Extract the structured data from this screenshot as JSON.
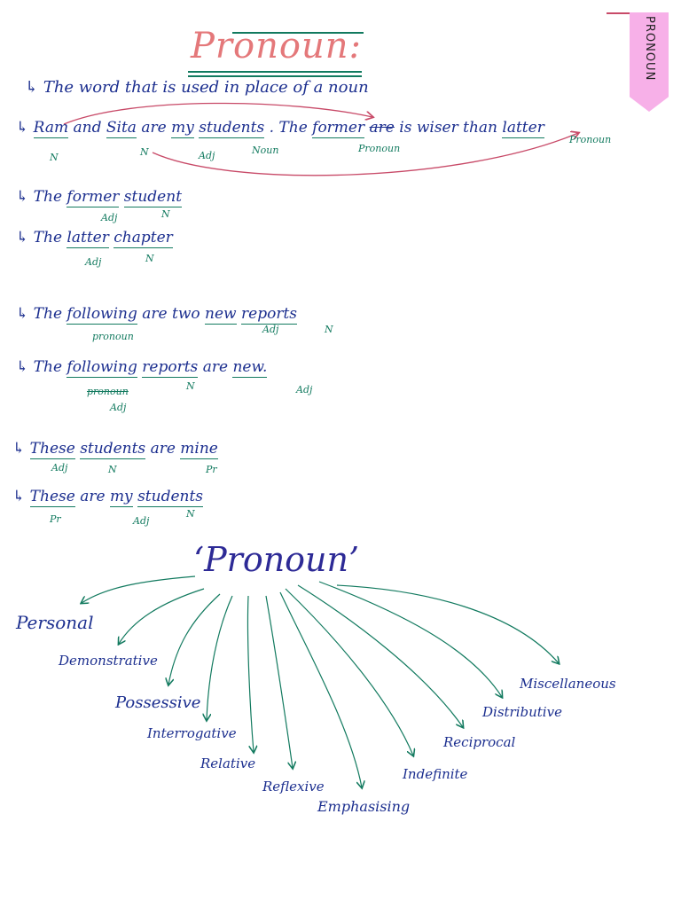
{
  "title": "Pronoun:",
  "side_tab": "PRONOUN",
  "definition": {
    "bullet": "↳",
    "text": "The word that is used in place of a noun"
  },
  "example_ram_sita": {
    "bullet": "↳",
    "w1": "Ram",
    "w2": "and",
    "w3": "Sita",
    "w4": "are",
    "w5": "my",
    "w6": "students",
    "w7": ". The",
    "w8": "former",
    "w9": "are",
    "w10": "is wiser than",
    "w11": "latter",
    "lbl_ram": "N",
    "lbl_sita": "N",
    "lbl_my": "Adj",
    "lbl_students": "Noun",
    "lbl_former": "Pronoun",
    "lbl_latter": "Pronoun"
  },
  "examples": [
    {
      "bullet": "↳",
      "parts": [
        "The",
        "former",
        "student"
      ],
      "labels": [
        "Adj",
        "N"
      ]
    },
    {
      "bullet": "↳",
      "parts": [
        "The",
        "latter",
        "chapter"
      ],
      "labels": [
        "Adj",
        "N"
      ]
    },
    {
      "bullet": "↳",
      "parts": [
        "The",
        "following",
        "are two",
        "new",
        "reports"
      ],
      "labels": [
        "pronoun",
        "Adj",
        "N"
      ]
    },
    {
      "bullet": "↳",
      "parts": [
        "The",
        "following",
        "reports",
        "are",
        "new."
      ],
      "labels": [
        "pronoun",
        "Adj",
        "N",
        "Adj"
      ]
    },
    {
      "bullet": "↳",
      "parts": [
        "These",
        "students",
        "are",
        "mine"
      ],
      "labels": [
        "Adj",
        "N",
        "Pr"
      ]
    },
    {
      "bullet": "↳",
      "parts": [
        "These",
        "are",
        "my",
        "students"
      ],
      "labels": [
        "Pr",
        "Adj",
        "N"
      ]
    }
  ],
  "diagram": {
    "center": "‘Pronoun’",
    "categories": [
      "Personal",
      "Demonstrative",
      "Possessive",
      "Interrogative",
      "Relative",
      "Reflexive",
      "Emphasising",
      "Indefinite",
      "Reciprocal",
      "Distributive",
      "Miscellaneous"
    ]
  },
  "colors": {
    "ink_blue": "#1c2f8f",
    "ink_green": "#127a5f",
    "title_pink": "#e4787a",
    "arrow_pink": "#c84a68",
    "tab_pink": "#f7b0e8"
  }
}
